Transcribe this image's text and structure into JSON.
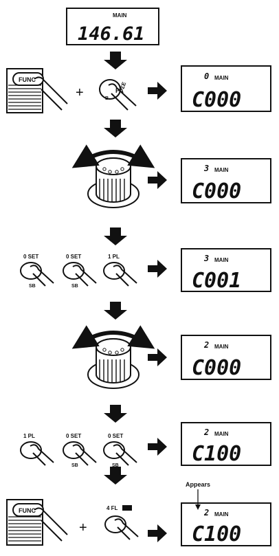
{
  "top_display": {
    "main": "MAIN",
    "value": "146.61"
  },
  "func_label": "FUNC",
  "plus": "+",
  "step1": {
    "key_main": "PA",
    "key_top": "ΣΕ",
    "key_sub": "B",
    "disp_small": "0",
    "disp_main": "MAIN",
    "disp_value": "C000"
  },
  "step2": {
    "disp_small": "3",
    "disp_main": "MAIN",
    "disp_value": "C000"
  },
  "step3": {
    "keys": [
      "0 SET",
      "0 SET",
      "1 PL"
    ],
    "key_subs": [
      "SB",
      "SB",
      ""
    ],
    "disp_small": "3",
    "disp_main": "MAIN",
    "disp_value": "C001"
  },
  "step4": {
    "disp_small": "2",
    "disp_main": "MAIN",
    "disp_value": "C000"
  },
  "step5": {
    "keys": [
      "1 PL",
      "0 SET",
      "0 SET"
    ],
    "key_subs": [
      "",
      "SB",
      "SB"
    ],
    "disp_small": "2",
    "disp_main": "MAIN",
    "disp_value": "C100"
  },
  "step6": {
    "key": "4 FL",
    "appears": "Appears",
    "disp_small": "2",
    "disp_main": "MAIN",
    "disp_value": "C100"
  }
}
